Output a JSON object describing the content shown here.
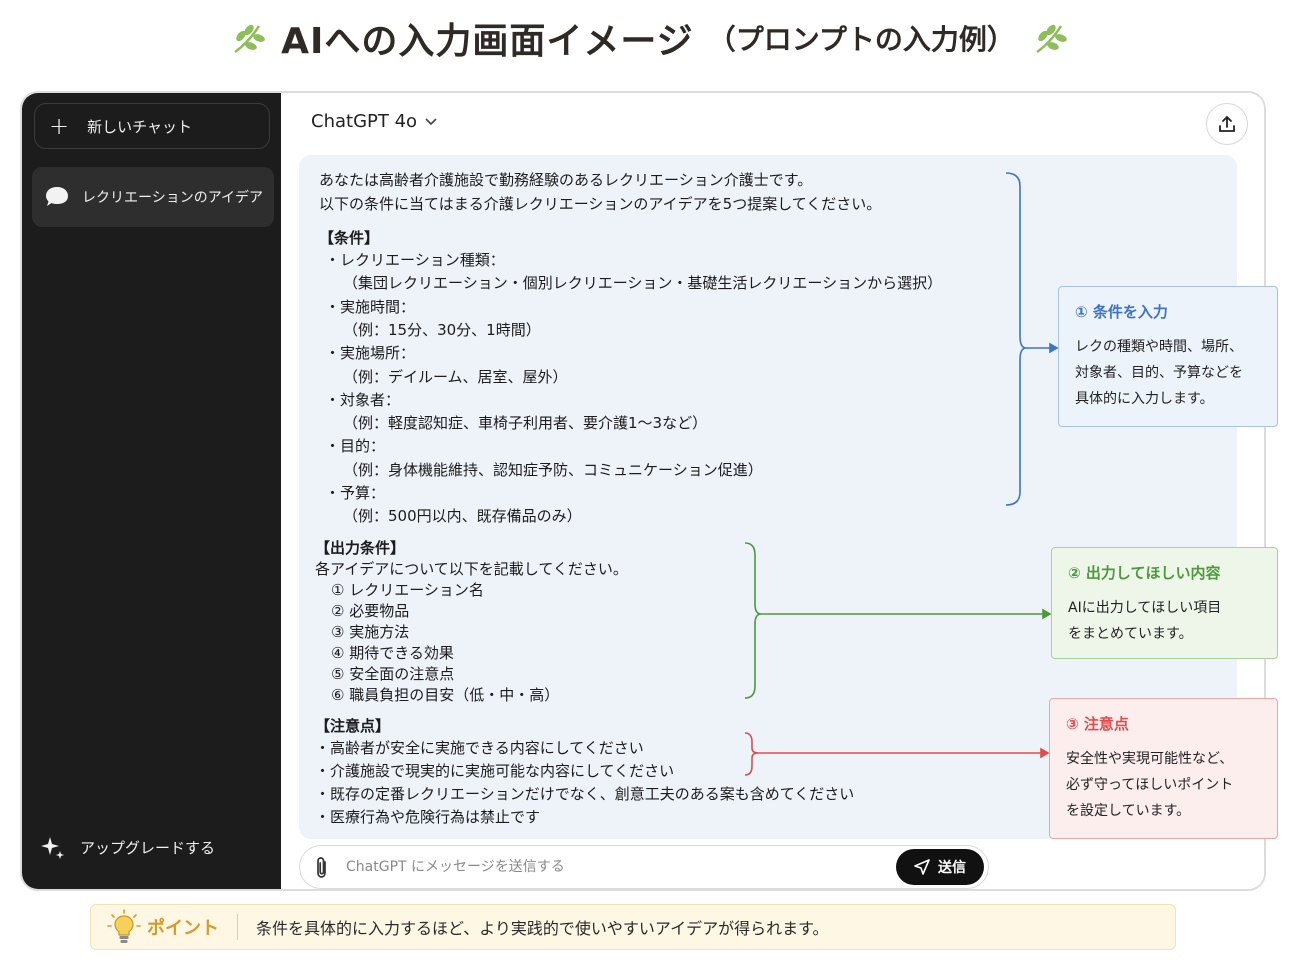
{
  "title": {
    "main": "AIへの入力画面イメージ",
    "sub": "（プロンプトの入力例）"
  },
  "sidebar": {
    "new_chat": "新しいチャット",
    "history": [
      "レクリエーションのアイデア"
    ],
    "upgrade": "アップグレードする"
  },
  "header": {
    "model": "ChatGPT 4o"
  },
  "prompt": {
    "lines": [
      "あなたは高齢者介護施設で勤務経験のあるレクリエーション介護士です。",
      "以下の条件に当てはまる介護レクリエーションのアイデアを5つ提案してください。",
      "【条件】",
      "・レクリエーション種類：",
      "（集団レクリエーション・個別レクリエーション・基礎生活レクリエーションから選択）",
      "・実施時間：",
      "（例：15分、30分、1時間）",
      "・実施場所：",
      "（例：デイルーム、居室、屋外）",
      "・対象者：",
      "（例：軽度認知症、車椅子利用者、要介護1〜3など）",
      "・目的：",
      "（例：身体機能維持、認知症予防、コミュニケーション促進）",
      "・予算：",
      "（例：500円以内、既存備品のみ）",
      "【出力条件】",
      "各アイデアについて以下を記載してください。",
      "① レクリエーション名",
      "② 必要物品",
      "③ 実施方法",
      "④ 期待できる効果",
      "⑤ 安全面の注意点",
      "⑥ 職員負担の目安（低・中・高）",
      "【注意点】",
      "・高齢者が安全に実施できる内容にしてください",
      "・介護施設で現実的に実施可能な内容にしてください",
      "・既存の定番レクリエーションだけでなく、創意工夫のある案も含めてください",
      "・医療行為や危険行為は禁止です"
    ]
  },
  "composer": {
    "placeholder": "ChatGPT にメッセージを送信する",
    "send_label": "送信"
  },
  "callouts": [
    {
      "heading": "① 条件を入力",
      "body": [
        "レクの種類や時間、場所、",
        "対象者、目的、予算などを",
        "具体的に入力します。"
      ],
      "color": "#3d74c8"
    },
    {
      "heading": "② 出力してほしい内容",
      "body": [
        "AIに出力してほしい項目",
        "をまとめています。"
      ],
      "color": "#4c9a3a"
    },
    {
      "heading": "③ 注意点",
      "body": [
        "安全性や実現可能性など、",
        "必ず守ってほしいポイント",
        "を設定しています。"
      ],
      "color": "#de4d4d"
    }
  ],
  "point": {
    "label": "ポイント",
    "text": "条件を具体的に入力するほど、より実践的で使いやすいアイデアが得られます。"
  },
  "colors": {
    "sidebar_bg": "#1c1c1c",
    "prompt_bg": "#eef3fa",
    "title_leaf": "#8cbf5a",
    "point_accent": "#d99a2b"
  }
}
